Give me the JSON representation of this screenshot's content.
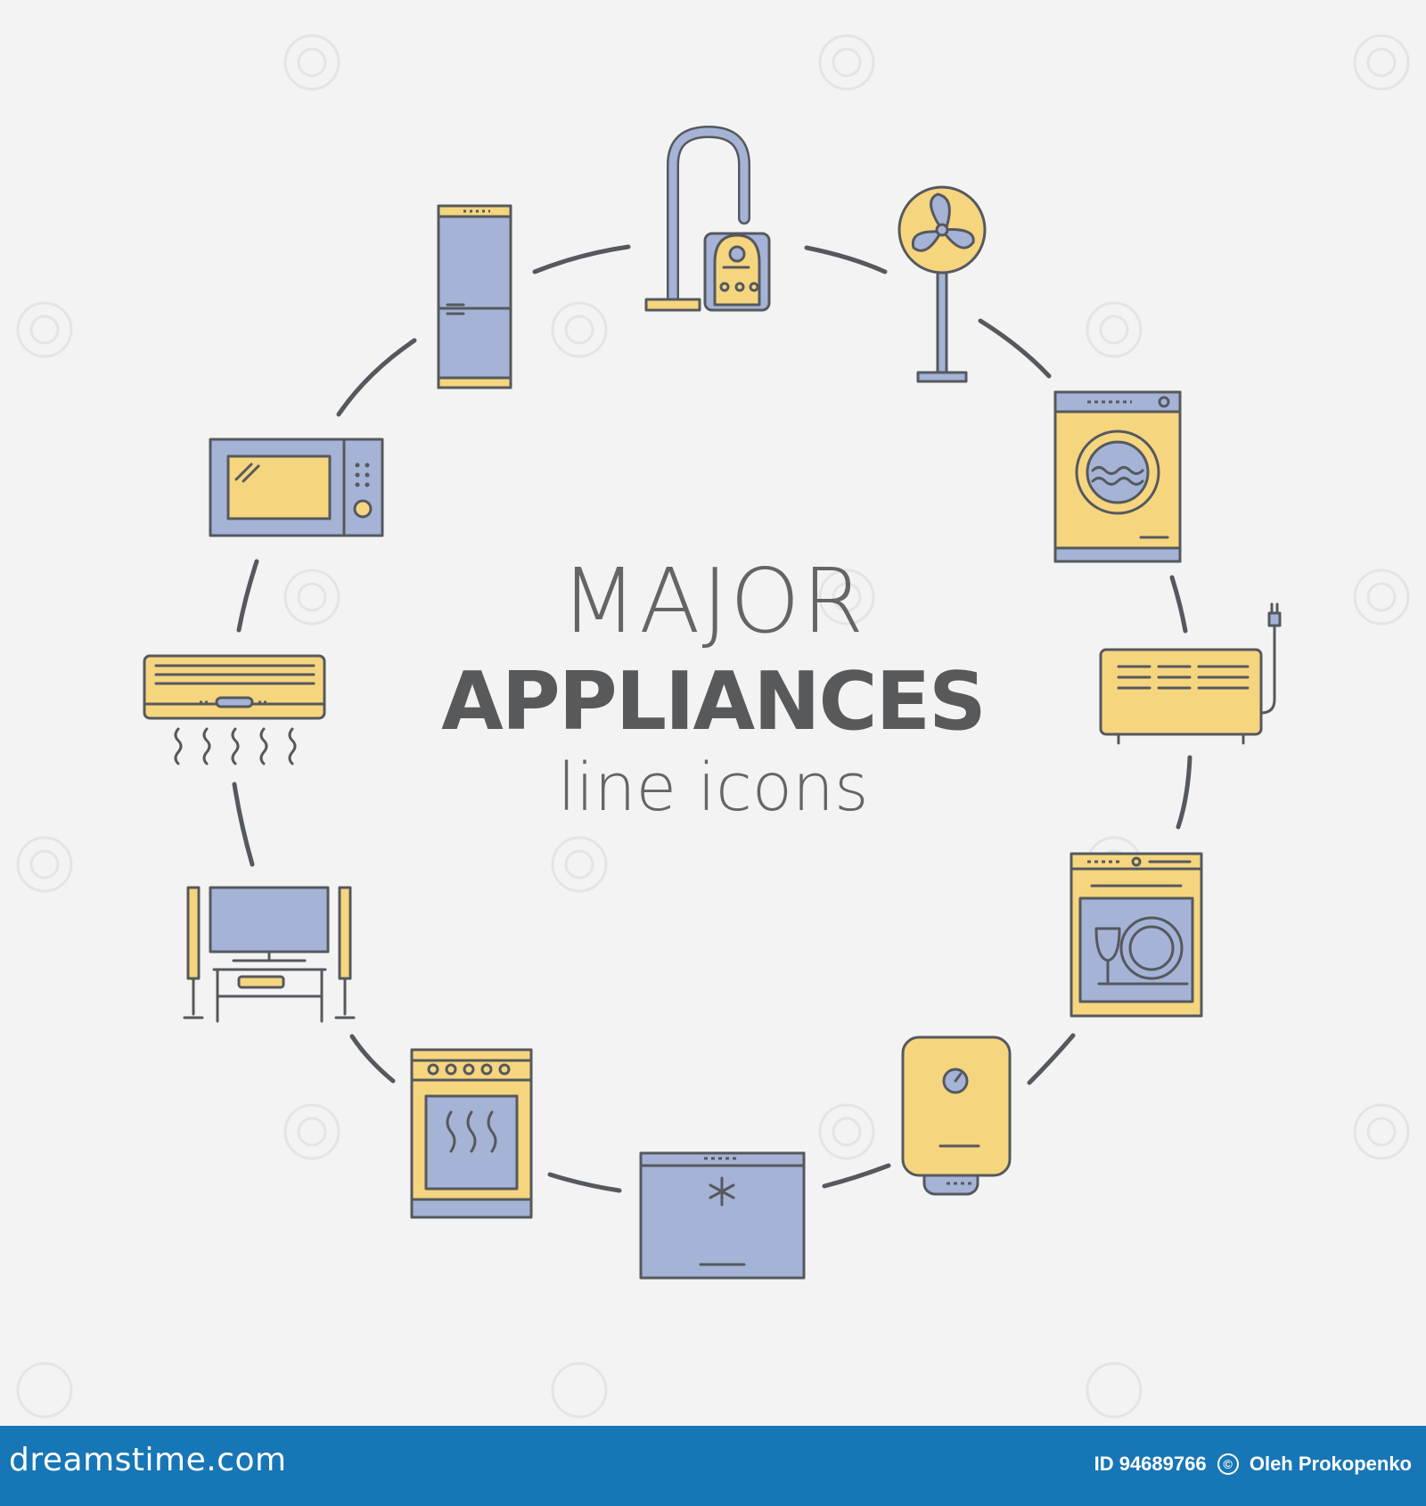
{
  "title": {
    "line1": "MAJOR",
    "line2": "APPLIANCES",
    "line3": "line icons"
  },
  "footer": {
    "brand": "dreamstime.com",
    "id_label": "ID 94689766",
    "author": "Oleh Prokopenko"
  },
  "colors": {
    "background": "#f3f3f3",
    "blue": "#a5b3d6",
    "yellow": "#f6d57f",
    "outline": "#55595e",
    "title_text": "#58595b",
    "footer_bar": "#1776b6"
  },
  "icons": [
    "vacuum-cleaner-icon",
    "fan-icon",
    "washing-machine-icon",
    "heater-icon",
    "dishwasher-icon",
    "water-heater-icon",
    "freezer-icon",
    "stove-icon",
    "home-theater-icon",
    "air-conditioner-icon",
    "microwave-icon",
    "refrigerator-icon"
  ]
}
